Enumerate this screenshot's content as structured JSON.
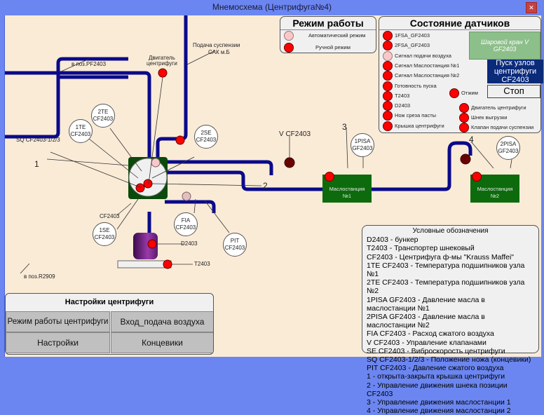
{
  "window": {
    "title": "Мнемосхема (Центрифуга№4)",
    "close_icon": "close-icon"
  },
  "scheme": {
    "pipe_labels": {
      "pf2403": "в поз.PF2403",
      "r2909": "в поз.R2909",
      "suspension_1": "Подача суспензии",
      "suspension_2": "САК м.Б",
      "motor_1": "Двигатель",
      "motor_2": "центрифуги",
      "sq": "SQ CF2403-1/2/3",
      "cf2403": "CF2403",
      "d2403": "D2403",
      "t2403": "T2403",
      "v_cf2403": "V CF2403"
    },
    "numbers": {
      "n1": "1",
      "n2": "2",
      "n3": "3",
      "n4": "4"
    },
    "bubbles": {
      "te1": [
        "1TE",
        "CF2403"
      ],
      "te2": [
        "2TE",
        "CF2403"
      ],
      "se2": [
        "2SE",
        "CF2403"
      ],
      "se1": [
        "1SE",
        "CF2403"
      ],
      "fia": [
        "FIA",
        "CF2403"
      ],
      "pit": [
        "PIT",
        "CF2403"
      ],
      "pisa1": [
        "1PISA",
        "GF2403"
      ],
      "pisa2": [
        "2PISA",
        "GF2403"
      ]
    },
    "stations": [
      {
        "name": "Маслостанция",
        "num": "№1"
      },
      {
        "name": "Маслостанция",
        "num": "№2"
      }
    ],
    "colors": {
      "pipe": "#0a0a8a",
      "led_on": "#ff0000",
      "led_off": "#f8c8c8",
      "valve": "#6a0000",
      "tank": "#7a1a8a",
      "station": "#0d6b0d"
    }
  },
  "mode_panel": {
    "title": "Режим работы",
    "items": [
      {
        "label": "Автоматический режим",
        "state": "off"
      },
      {
        "label": "Ручной режим",
        "state": "on"
      }
    ]
  },
  "sensors_panel": {
    "title": "Состояние датчиков",
    "left": [
      {
        "label": "1FSA_GF2403",
        "state": "on"
      },
      {
        "label": "2FSA_GF2403",
        "state": "on"
      },
      {
        "label": "Сигнал подачи воздуха",
        "state": "off"
      },
      {
        "label": "Сигнал Маслостанция №1",
        "state": "on"
      },
      {
        "label": "Сигнал Маслостанция №2",
        "state": "on"
      },
      {
        "label": "Готовность пуска",
        "state": "on"
      },
      {
        "label": "T2403",
        "state": "on"
      },
      {
        "label": "D2403",
        "state": "on"
      },
      {
        "label": "Нож среза пасты",
        "state": "on"
      },
      {
        "label": "Крышка центрифуги",
        "state": "on"
      }
    ],
    "right": [
      {
        "label": "Отжим",
        "state": "on"
      },
      {
        "label": "Двигатель центрифуги",
        "state": "on"
      },
      {
        "label": "Шнек выгрузки",
        "state": "on"
      },
      {
        "label": "Клапан подачи суспензии",
        "state": "on"
      }
    ],
    "ball_valve_button": "Шаровой кран V GF2403",
    "start_button": "Пуск узлов центрифуги CF2403",
    "stop_button": "Стоп"
  },
  "legend": {
    "title": "Условные обозначения",
    "lines": [
      "D2403 - бункер",
      "T2403 - Транспортер шнековый",
      "CF2403 - Центрифуга ф-мы \"Krauss Maffei\"",
      "1TE CF2403 - Температура подшипников узла №1",
      "2TE CF2403 - Температура подшипников узла №2",
      "1PISA GF2403 - Давление масла в маслостанции №1",
      "2PISA GF2403 - Давление масла в маслостанции №2",
      "FIA CF2403 - Расход сжатого воздуха",
      "V CF2403 - Управление клапанами",
      "SE CF2403 - Виброскорость центрифуги",
      "SQ CF2403-1/2/3 - Положение ножа (концевики)",
      "PIT CF2403 - Давление сжатого воздуха",
      "1 - открыта-закрыта крышка центрифуги",
      "2 - Управление движения шнека позиции CF2403",
      "3 - Управление движения маслостанции 1",
      "4 - Управление движения маслостанции 2"
    ]
  },
  "settings_panel": {
    "title": "Настройки центрифуги",
    "buttons": [
      "Режим работы центрифуги",
      "Вход_подача воздуха",
      "Настройки",
      "Концевики"
    ]
  }
}
